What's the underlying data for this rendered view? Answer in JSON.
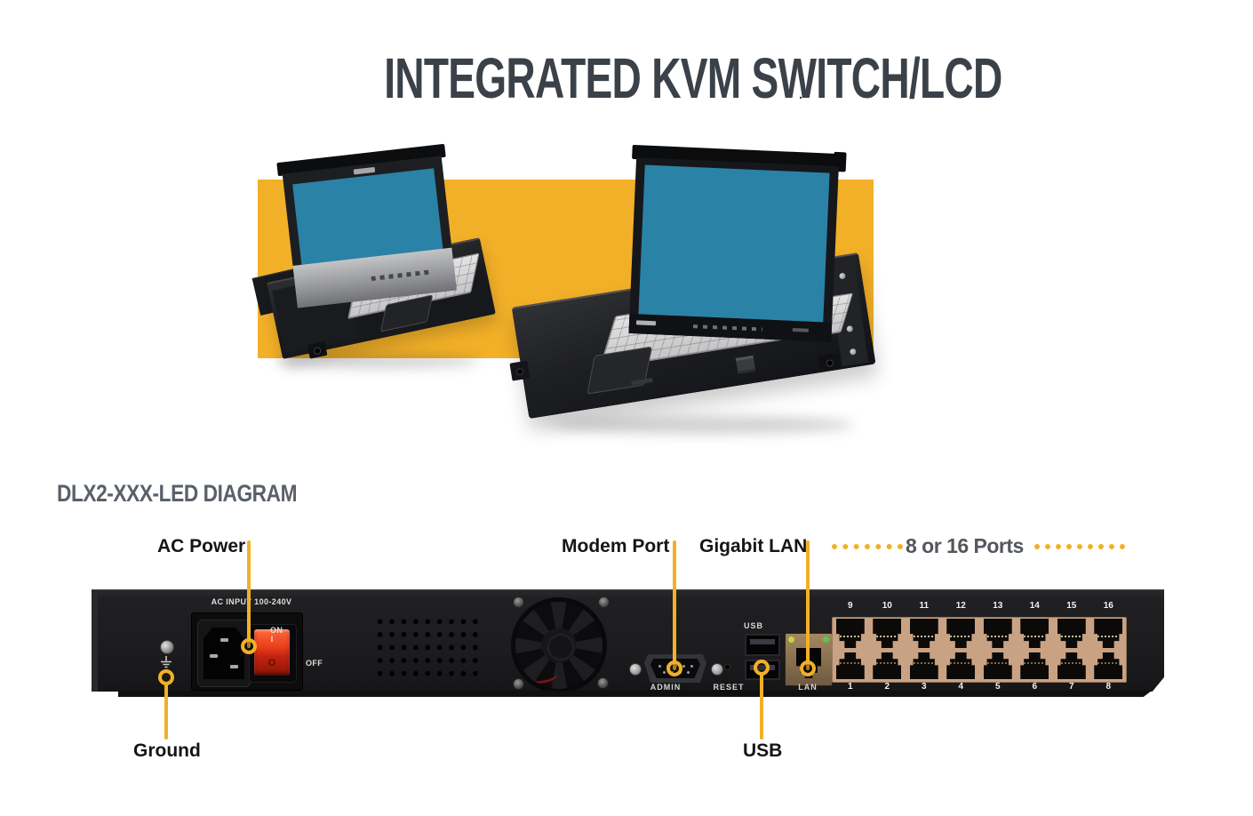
{
  "title": {
    "text": "INTEGRATED KVM SWITCH/LCD",
    "period": "."
  },
  "section": {
    "heading": "DLX2-XXX-LED DIAGRAM"
  },
  "callouts": {
    "ac_power": "AC Power",
    "modem_port": "Modem Port",
    "gigabit_lan": "Gigabit LAN",
    "ports": "8 or 16 Ports",
    "ground": "Ground",
    "usb": "USB"
  },
  "panel": {
    "ac_input": "AC INPUT 100-240V",
    "on": "ON",
    "off": "OFF",
    "switch_on_mark": "I",
    "switch_off_mark": "O",
    "admin": "ADMIN",
    "reset": "RESET",
    "usb": "USB",
    "lan": "LAN",
    "top_ports": [
      "9",
      "10",
      "11",
      "12",
      "13",
      "14",
      "15",
      "16"
    ],
    "bottom_ports": [
      "1",
      "2",
      "3",
      "4",
      "5",
      "6",
      "7",
      "8"
    ]
  },
  "colors": {
    "accent_yellow": "#F2B028",
    "title_gray": "#3B4149",
    "heading_gray": "#5A6068",
    "ports_gray": "#53575D",
    "label_black": "#141517",
    "screen_teal": "#2A82A6",
    "port_tan": "#C9A284",
    "switch_red": "#E03A1E",
    "panel_black": "#1C1C1E"
  }
}
